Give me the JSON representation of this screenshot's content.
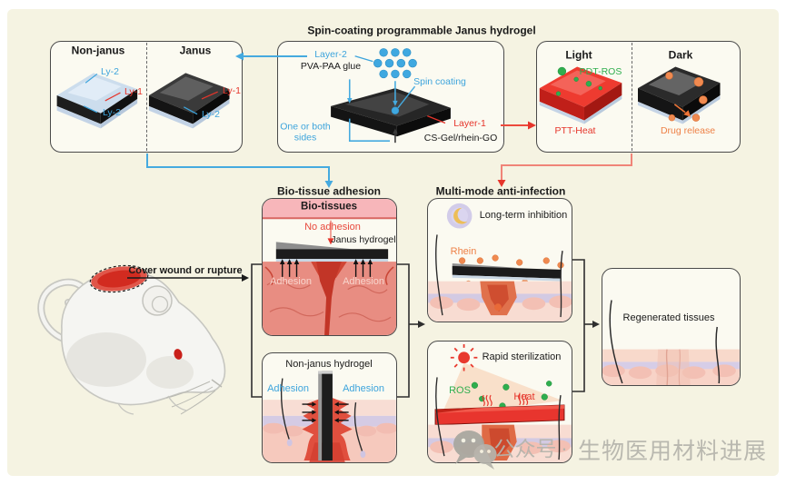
{
  "title": "Spin-coating programmable Janus hydrogel",
  "janus_box": {
    "non_janus": "Non-janus",
    "janus": "Janus",
    "ly1": "Ly-1",
    "ly2": "Ly-2"
  },
  "coating_box": {
    "layer2": "Layer-2",
    "glue": "PVA-PAA glue",
    "spin_coating": "Spin coating",
    "one_or_both": "One or both sides",
    "layer1": "Layer-1",
    "layer1_material": "CS-Gel/rhein-GO"
  },
  "response_box": {
    "light": "Light",
    "dark": "Dark",
    "pdt": "PDT-ROS",
    "ptt": "PTT-Heat",
    "drug_release": "Drug release"
  },
  "adhesion": {
    "section_title": "Bio-tissue adhesion",
    "bio_tissues": "Bio-tissues",
    "no_adhesion": "No adhesion",
    "janus_hydrogel": "Janus hydrogel",
    "adhesion_left": "Adhesion",
    "adhesion_right": "Adhesion"
  },
  "non_janus": {
    "title": "Non-janus hydrogel",
    "adhesion_left": "Adhesion",
    "adhesion_right": "Adhesion"
  },
  "anti_infection": {
    "section_title": "Multi-mode anti-infection",
    "long_term": "Long-term inhibition",
    "rhein": "Rhein",
    "rapid": "Rapid sterilization",
    "ros": "ROS",
    "heat": "Heat"
  },
  "regenerated": {
    "label": "Regenerated tissues"
  },
  "mouse": {
    "caption": "Cover wound or rupture"
  },
  "watermark": {
    "account": "公众号",
    "separator": "·",
    "name": "生物医用材料进展"
  },
  "colors": {
    "blue": "#3da4dc",
    "red": "#e6352b",
    "green": "#2fae4e",
    "orange": "#ee8147",
    "cream": "#f5f3e2"
  }
}
